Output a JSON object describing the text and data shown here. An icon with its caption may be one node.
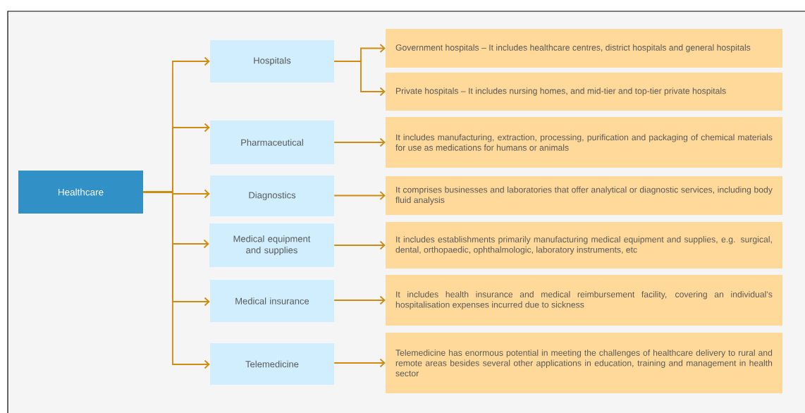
{
  "diagram": {
    "nodes": [
      {
        "text": [
          "Healthcare"
        ]
      },
      {
        "text": [
          "Hospitals"
        ]
      },
      {
        "text": [
          "Pharmaceutical"
        ]
      },
      {
        "text": [
          "Diagnostics"
        ]
      },
      {
        "text": [
          "Medical equipment and supplies"
        ]
      },
      {
        "text": [
          "Medical insurance"
        ]
      },
      {
        "text": [
          "Telemedicine"
        ]
      },
      {
        "text": [
          "Government hospitals – It includes healthcare centres, district hospitals and general hospitals"
        ]
      },
      {
        "text": [
          "Private hospitals – It includes nursing homes, and mid-tier and top-tier private hospitals"
        ]
      },
      {
        "text": [
          "It includes manufacturing, extraction, processing, purification and packaging of chemical materials for use as medications for humans or animals"
        ]
      },
      {
        "text": [
          "It comprises businesses and laboratories that offer analytical or diagnostic services, including body fluid analysis"
        ]
      },
      {
        "text": [
          "It includes establishments primarily manufacturing medical equipment and supplies, e.g. surgical, dental, orthopaedic, ophthalmologic, laboratory instruments, etc"
        ]
      },
      {
        "text": [
          "It includes health insurance and medical reimbursement facility, covering an individual’s hospitalisation expenses incurred due to sickness"
        ]
      },
      {
        "text": [
          "Telemedicine has enormous potential in meeting the challenges of healthcare delivery to rural and remote areas besides several other applications in education, training and management in health sector"
        ]
      }
    ],
    "edges": [
      {
        "from": 0,
        "to": 1,
        "arrow": "to"
      },
      {
        "from": 0,
        "to": 2,
        "arrow": "to"
      },
      {
        "from": 0,
        "to": 3,
        "arrow": "to"
      },
      {
        "from": 0,
        "to": 4,
        "arrow": "to"
      },
      {
        "from": 0,
        "to": 5,
        "arrow": "to"
      },
      {
        "from": 0,
        "to": 6,
        "arrow": "to"
      },
      {
        "from": 1,
        "to": 7,
        "arrow": "to"
      },
      {
        "from": 1,
        "to": 8,
        "arrow": "to"
      },
      {
        "from": 2,
        "to": 9,
        "arrow": "to"
      },
      {
        "from": 3,
        "to": 10,
        "arrow": "to"
      },
      {
        "from": 4,
        "to": 11,
        "arrow": "to"
      },
      {
        "from": 5,
        "to": 12,
        "arrow": "to"
      },
      {
        "from": 6,
        "to": 13,
        "arrow": "to"
      }
    ]
  }
}
